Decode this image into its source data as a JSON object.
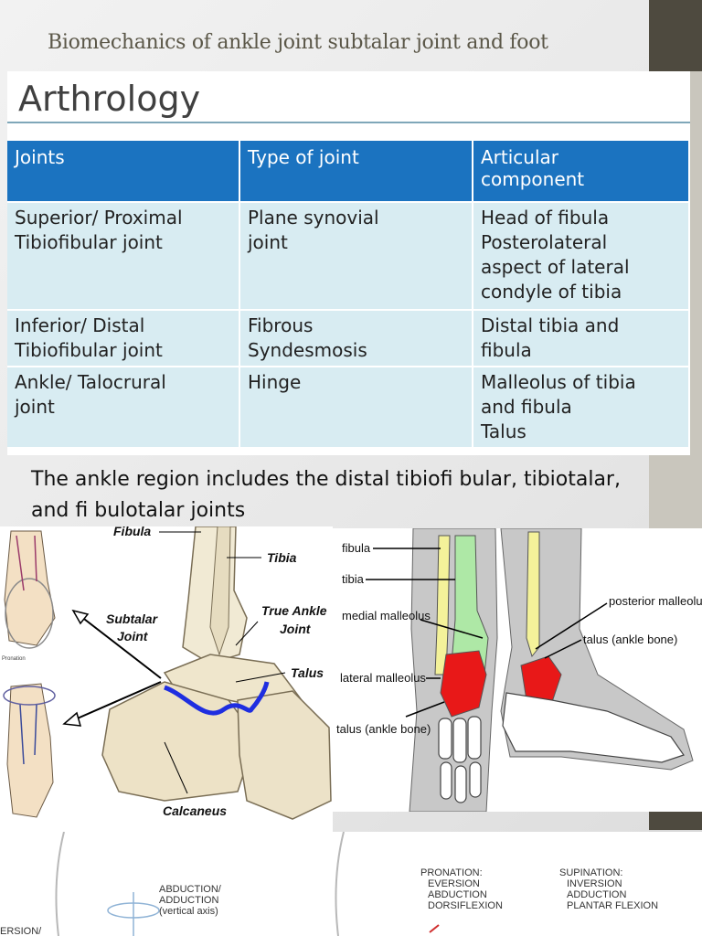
{
  "slide": {
    "title": "Biomechanics of ankle joint subtalar joint and foot"
  },
  "table_panel": {
    "heading": "Arthrology",
    "headers": [
      "Joints",
      "Type of joint",
      [
        "Articular",
        "component"
      ]
    ],
    "rows": [
      {
        "joint": [
          "Superior/ Proximal",
          "Tibiofibular joint"
        ],
        "type": [
          "Plane synovial",
          "joint"
        ],
        "component": [
          "Head of fibula",
          "Posterolateral",
          "aspect of lateral",
          "condyle of tibia"
        ]
      },
      {
        "joint": [
          "Inferior/ Distal",
          "Tibiofibular joint"
        ],
        "type": [
          "Fibrous",
          "Syndesmosis"
        ],
        "component": [
          "Distal tibia and",
          "fibula"
        ]
      },
      {
        "joint": [
          "Ankle/ Talocrural",
          "joint"
        ],
        "type": [
          "Hinge"
        ],
        "component": [
          "Malleolus of tibia",
          "and fibula",
          "Talus"
        ]
      }
    ]
  },
  "caption": {
    "line1": "The ankle region includes the distal tibiofi bular, tibiotalar,",
    "line2": "and fi bulotalar joints"
  },
  "figure_left": {
    "labels": {
      "fibula": "Fibula",
      "tibia": "Tibia",
      "subtalar": [
        "Subtalar",
        "Joint"
      ],
      "true_ankle": [
        "True Ankle",
        "Joint"
      ],
      "talus": "Talus",
      "calcaneus": "Calcaneus"
    },
    "small_text": "Pronation",
    "colors": {
      "subtalar_line": "#1f2ee0"
    }
  },
  "figure_right": {
    "labels": {
      "fibula": "fibula",
      "tibia": "tibia",
      "medial_malleolus": "medial malleolus",
      "lateral_malleolus": "lateral malleolus",
      "talus_front": "talus (ankle bone)",
      "posterior_malleolus": "posterior malleolus",
      "talus_side": "talus (ankle bone)"
    },
    "colors": {
      "fibula": "#f4f29a",
      "tibia": "#aee8a6",
      "talus": "#e81818",
      "leg": "#c8c8c8"
    }
  },
  "figure_bottom": {
    "left_label": [
      "ABDUCTION/",
      "ADDUCTION",
      "(vertical axis)"
    ],
    "edge_label": "ERSION/",
    "pronation": [
      "PRONATION:",
      "EVERSION",
      "ABDUCTION",
      "DORSIFLEXION"
    ],
    "supination": [
      "SUPINATION:",
      "INVERSION",
      "ADDUCTION",
      "PLANTAR FLEXION"
    ]
  }
}
